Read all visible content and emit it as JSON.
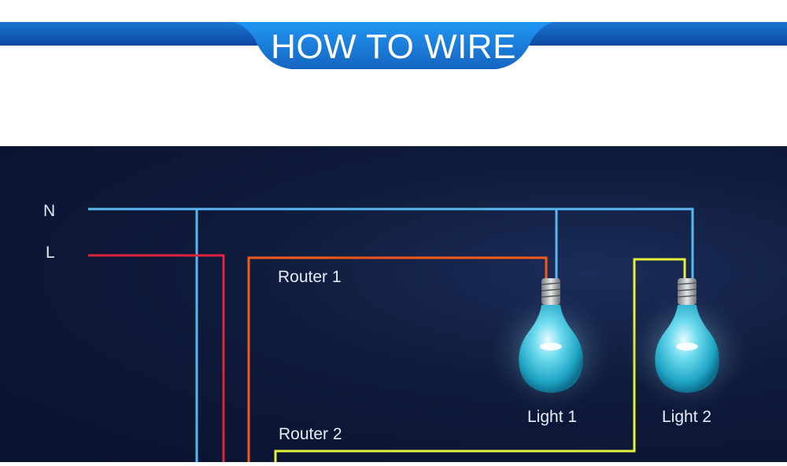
{
  "header": {
    "title": "HOW TO WIRE"
  },
  "wires": {
    "neutral_label": "N",
    "live_label": "L"
  },
  "routers": [
    {
      "label": "Router 1"
    },
    {
      "label": "Router 2"
    }
  ],
  "lights": [
    {
      "label": "Light 1"
    },
    {
      "label": "Light 2"
    }
  ],
  "colors": {
    "header_blue": "#1565c0",
    "header_tab": "#1e88e5",
    "panel_bg": "#0e1a3a",
    "neutral_wire": "#5ab8f0",
    "live_wire": "#e0233a",
    "router1_wire": "#f05a1e",
    "router2_wire": "#e3f03c",
    "bulb_glass": "#35c6e0"
  }
}
